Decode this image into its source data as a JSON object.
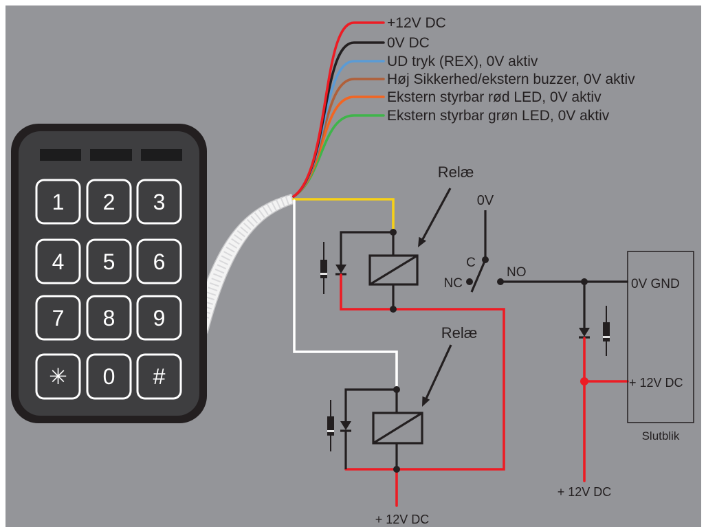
{
  "keypad": {
    "keys": [
      "1",
      "2",
      "3",
      "4",
      "5",
      "6",
      "7",
      "8",
      "9",
      "✳",
      "0",
      "#"
    ]
  },
  "wires": [
    {
      "label": "+12V DC",
      "color": "#ed1c24"
    },
    {
      "label": "0V DC",
      "color": "#231f20"
    },
    {
      "label": "UD tryk (REX), 0V aktiv",
      "color": "#5b9bd5"
    },
    {
      "label": "Høj Sikkerhed/ekstern buzzer, 0V aktiv",
      "color": "#b0603a"
    },
    {
      "label": "Ekstern styrbar rød LED, 0V aktiv",
      "color": "#f26522"
    },
    {
      "label": "Ekstern styrbar grøn LED, 0V aktiv",
      "color": "#3fb54a"
    }
  ],
  "relays": [
    {
      "label": "Relæ"
    },
    {
      "label": "Relæ"
    }
  ],
  "switch": {
    "common_label": "0V",
    "c_label": "C",
    "nc_label": "NC",
    "no_label": "NO"
  },
  "lock": {
    "title": "Slutblik",
    "gnd_label": "0V GND",
    "supply_label": "+ 12V DC"
  },
  "relay_supply_label": "+ 12V DC",
  "lock_supply_label": "+ 12V DC",
  "colors": {
    "background": "#949599",
    "keypad_body": "#231f20",
    "keypad_face": "#3e3e40",
    "yellow_wire": "#f7d117",
    "white_wire": "#ffffff",
    "supply_red": "#ed1c24"
  }
}
